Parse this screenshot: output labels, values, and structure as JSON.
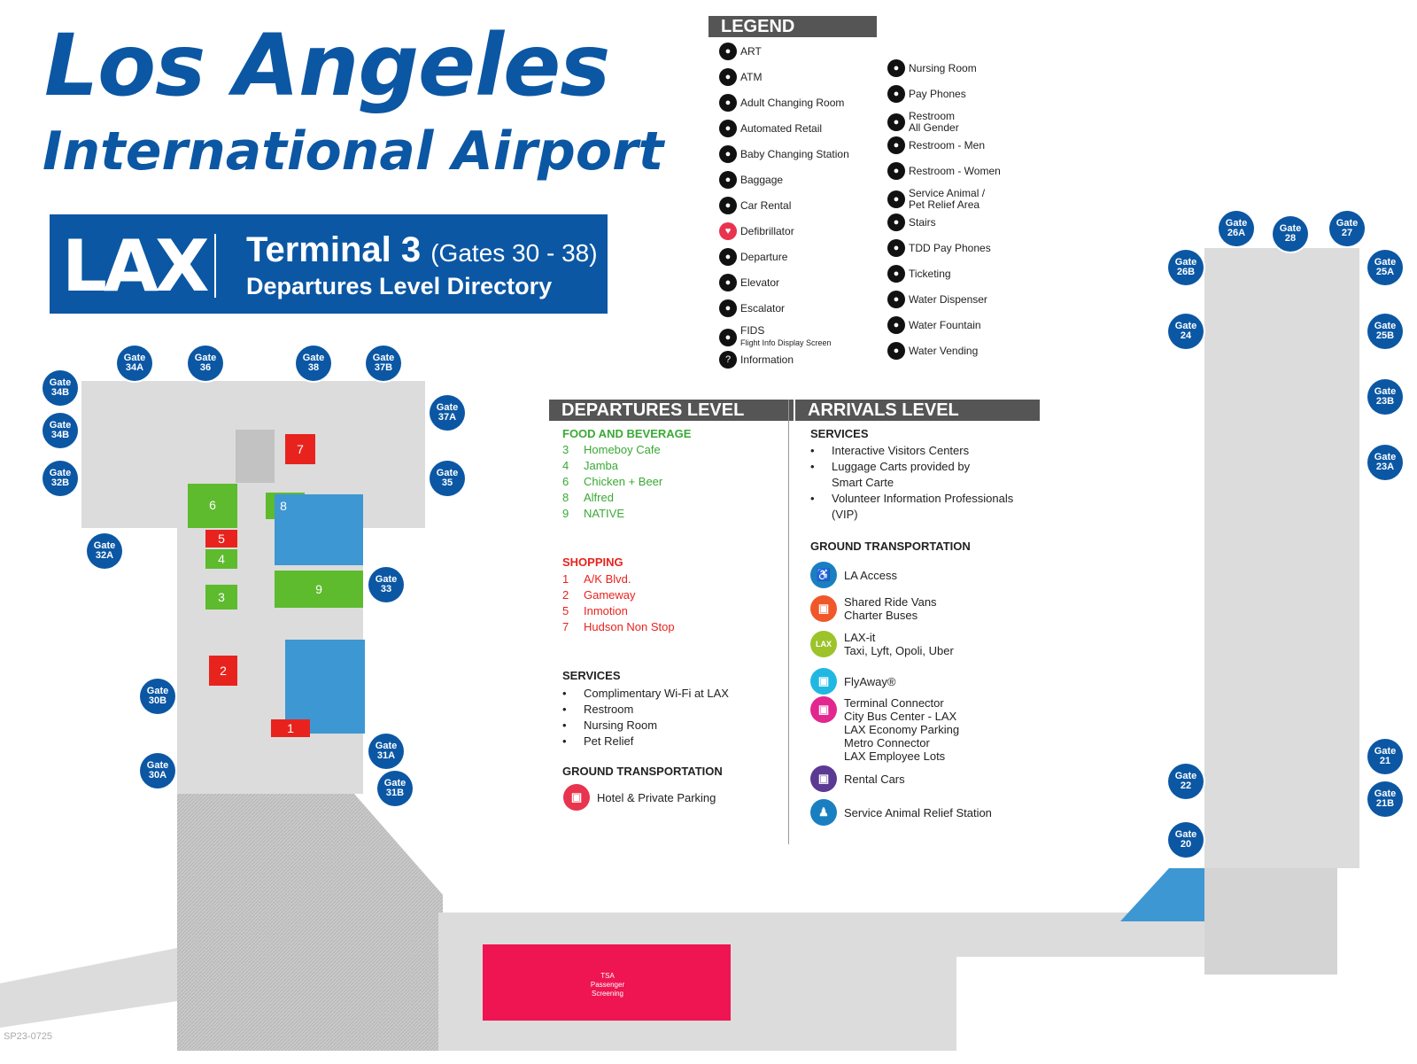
{
  "title": {
    "line1": "Los Angeles",
    "line2": "International Airport"
  },
  "banner": {
    "logo": "LAX",
    "terminal": "Terminal 3",
    "gates": "(Gates 30 - 38)",
    "subtitle": "Departures Level Directory"
  },
  "legend": {
    "heading": "LEGEND",
    "items": [
      {
        "icon": "art-icon",
        "label": "ART"
      },
      {
        "icon": "atm-icon",
        "label": "ATM"
      },
      {
        "icon": "adult-changing-icon",
        "label": "Adult Changing Room"
      },
      {
        "icon": "automated-retail-icon",
        "label": "Automated Retail"
      },
      {
        "icon": "baby-changing-icon",
        "label": "Baby Changing Station"
      },
      {
        "icon": "baggage-icon",
        "label": "Baggage"
      },
      {
        "icon": "car-rental-icon",
        "label": "Car Rental"
      },
      {
        "icon": "defibrillator-icon",
        "label": "Defibrillator"
      },
      {
        "icon": "departure-icon",
        "label": "Departure"
      },
      {
        "icon": "elevator-icon",
        "label": "Elevator"
      },
      {
        "icon": "escalator-icon",
        "label": "Escalator"
      },
      {
        "icon": "fids-icon",
        "label": "FIDS",
        "sub": "Flight Info Display Screen"
      },
      {
        "icon": "information-icon",
        "label": "Information"
      },
      {
        "icon": "nursing-room-icon",
        "label": "Nursing Room"
      },
      {
        "icon": "pay-phones-icon",
        "label": "Pay Phones"
      },
      {
        "icon": "restroom-all-gender-icon",
        "label": "Restroom",
        "sub": "All Gender"
      },
      {
        "icon": "restroom-men-icon",
        "label": "Restroom - Men"
      },
      {
        "icon": "restroom-women-icon",
        "label": "Restroom - Women"
      },
      {
        "icon": "service-animal-icon",
        "label": "Service Animal /",
        "sub": "Pet Relief Area"
      },
      {
        "icon": "stairs-icon",
        "label": "Stairs"
      },
      {
        "icon": "tdd-phones-icon",
        "label": "TDD Pay Phones"
      },
      {
        "icon": "ticketing-icon",
        "label": "Ticketing"
      },
      {
        "icon": "water-dispenser-icon",
        "label": "Water Dispenser"
      },
      {
        "icon": "water-fountain-icon",
        "label": "Water Fountain"
      },
      {
        "icon": "water-vending-icon",
        "label": "Water Vending"
      }
    ]
  },
  "departures": {
    "heading": "DEPARTURES LEVEL",
    "food_heading": "FOOD AND BEVERAGE",
    "food": [
      {
        "num": "3",
        "name": "Homeboy Cafe"
      },
      {
        "num": "4",
        "name": "Jamba"
      },
      {
        "num": "6",
        "name": "Chicken + Beer"
      },
      {
        "num": "8",
        "name": "Alfred"
      },
      {
        "num": "9",
        "name": "NATIVE"
      }
    ],
    "shopping_heading": "SHOPPING",
    "shopping": [
      {
        "num": "1",
        "name": "A/K Blvd."
      },
      {
        "num": "2",
        "name": "Gameway"
      },
      {
        "num": "5",
        "name": "Inmotion"
      },
      {
        "num": "7",
        "name": "Hudson Non Stop"
      }
    ],
    "services_heading": "SERVICES",
    "services": [
      "Complimentary Wi-Fi at LAX",
      "Restroom",
      "Nursing Room",
      "Pet Relief"
    ],
    "ground_heading": "GROUND TRANSPORTATION",
    "ground": [
      {
        "icon": "hotel-parking-icon",
        "label": "Hotel & Private Parking",
        "color": "#e8344e"
      }
    ]
  },
  "arrivals": {
    "heading": "ARRIVALS LEVEL",
    "services_heading": "SERVICES",
    "services": [
      {
        "l1": "Interactive Visitors Centers",
        "l2": ""
      },
      {
        "l1": "Luggage Carts provided by",
        "l2": "Smart Carte"
      },
      {
        "l1": "Volunteer Information Professionals",
        "l2": "(VIP)"
      }
    ],
    "ground_heading": "GROUND TRANSPORTATION",
    "ground": [
      {
        "icon": "la-access-icon",
        "lines": [
          "LA Access"
        ],
        "color": "#1a7fc1",
        "glyph": "♿"
      },
      {
        "icon": "shared-ride-icon",
        "lines": [
          "Shared Ride Vans",
          "Charter Buses"
        ],
        "color": "#f0582a",
        "glyph": "▣"
      },
      {
        "icon": "lax-it-icon",
        "lines": [
          "LAX-it",
          "Taxi, Lyft, Opoli, Uber"
        ],
        "color": "#9dc32b",
        "glyph": "LAX"
      },
      {
        "icon": "flyaway-icon",
        "lines": [
          "FlyAway®"
        ],
        "color": "#20b8e3",
        "glyph": "▣"
      },
      {
        "icon": "terminal-connector-icon",
        "lines": [
          "Terminal Connector",
          "City Bus Center - LAX",
          "LAX Economy Parking",
          "Metro Connector",
          "LAX Employee Lots"
        ],
        "color": "#e2278f",
        "glyph": "▣"
      },
      {
        "icon": "rental-cars-icon",
        "lines": [
          "Rental Cars"
        ],
        "color": "#5b3a93",
        "glyph": "▣"
      },
      {
        "icon": "service-animal-relief-icon",
        "lines": [
          "Service Animal Relief Station"
        ],
        "color": "#1a7fc1",
        "glyph": "♟"
      }
    ]
  },
  "map": {
    "gates": [
      "Gate 34A",
      "Gate 36",
      "Gate 38",
      "Gate 37B",
      "Gate 34B",
      "Gate 34B",
      "Gate 37A",
      "Gate 32B",
      "Gate 35",
      "Gate 32A",
      "Gate 33",
      "Gate 30B",
      "Gate 31A",
      "Gate 30A",
      "Gate 31B",
      "Gate 26A",
      "Gate 28",
      "Gate 27",
      "Gate 26B",
      "Gate 25A",
      "Gate 24",
      "Gate 25B",
      "Gate 23B",
      "Gate 23A",
      "Gate 21",
      "Gate 22",
      "Gate 21B",
      "Gate 20"
    ],
    "store_numbers": [
      "7",
      "6",
      "8",
      "5",
      "4",
      "9",
      "3",
      "2",
      "1"
    ],
    "tsa_label": "TSA Passenger Screening"
  },
  "footer_code": "SP23-0725"
}
